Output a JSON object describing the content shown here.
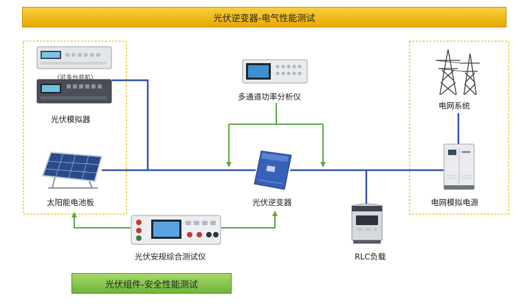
{
  "top_banner": "光伏逆变器-电气性能测试",
  "bottom_banner": "光伏组件-安全性能测试",
  "labels": {
    "pv_simulator_note": "（可多台并机）",
    "pv_simulator": "光伏模拟器",
    "solar_panel": "太阳能电池板",
    "power_analyzer": "多通道功率分析仪",
    "inverter": "光伏逆变器",
    "safety_tester": "光伏安规综合测试仪",
    "rlc_load": "RLC负载",
    "grid_system": "电网系统",
    "grid_simulator": "电网模拟电源"
  },
  "icons": {
    "pv_simulator": "rack-instrument-icon",
    "solar_panel": "solar-panel-icon",
    "power_analyzer": "power-analyzer-icon",
    "inverter": "inverter-icon",
    "safety_tester": "safety-tester-icon",
    "rlc_load": "load-cabinet-icon",
    "grid_system": "transmission-tower-icon",
    "grid_simulator": "grid-cabinet-icon"
  },
  "colors": {
    "power_line": "#2f54a8",
    "signal_line": "#5aa845",
    "group_border": "#f2cf4a",
    "top_banner": "#f0b81c",
    "bottom_banner": "#86c44f"
  }
}
